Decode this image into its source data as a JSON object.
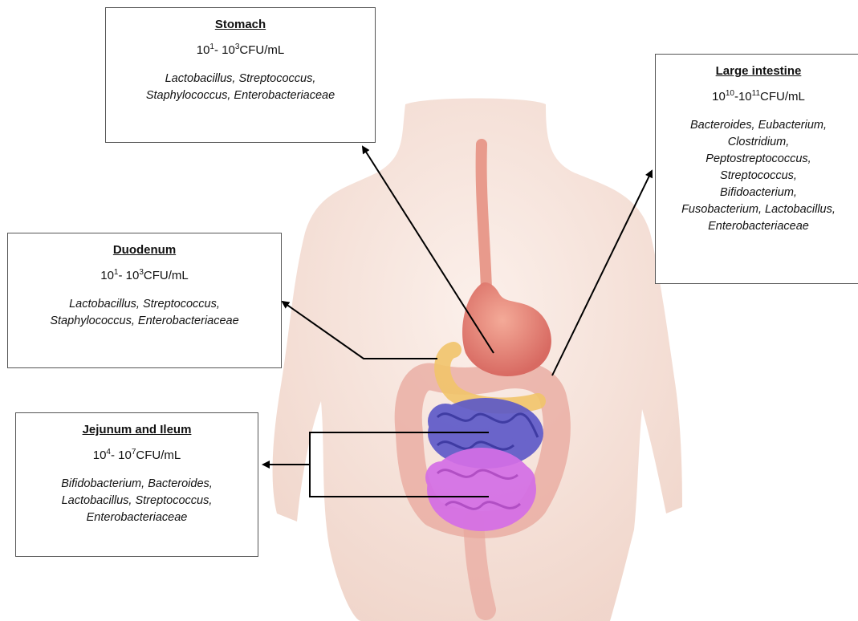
{
  "labels": {
    "stomach": {
      "title": "Stomach",
      "conc": {
        "base1": "10",
        "exp1": "1",
        "sep": "- ",
        "base2": "10",
        "exp2": "3",
        "unit": "CFU/mL"
      },
      "bacteria": [
        "Lactobacillus, Streptococcus,",
        "Staphylococcus, Enterobacteriaceae"
      ]
    },
    "large_intestine": {
      "title": "Large intestine",
      "conc": {
        "base1": "10",
        "exp1": "10",
        "sep": "-",
        "base2": "10",
        "exp2": "11",
        "unit": "CFU/mL"
      },
      "bacteria": [
        "Bacteroides, Eubacterium,",
        "Clostridium,",
        "Peptostreptococcus,",
        "Streptococcus,",
        "Bifidoacterium,",
        "Fusobacterium, Lactobacillus,",
        "Enterobacteriaceae"
      ]
    },
    "duodenum": {
      "title": "Duodenum",
      "conc": {
        "base1": "10",
        "exp1": "1",
        "sep": "- ",
        "base2": "10",
        "exp2": "3",
        "unit": "CFU/mL"
      },
      "bacteria": [
        "Lactobacillus, Streptococcus,",
        "Staphylococcus, Enterobacteriaceae"
      ]
    },
    "jejunum_ileum": {
      "title": "Jejunum and Ileum",
      "conc": {
        "base1": "10",
        "exp1": "4",
        "sep": "- ",
        "base2": "10",
        "exp2": "7",
        "unit": "CFU/mL"
      },
      "bacteria": [
        "Bifidobacterium, Bacteroides,",
        "Lactobacillus, Streptococcus,",
        "Enterobacteriaceae"
      ]
    }
  },
  "colors": {
    "skin": "#f4ddd4",
    "esophagus": "#e89a8c",
    "stomach": "#e7837a",
    "duodenum": "#f1c46a",
    "jejunum": "#5b57c8",
    "ileum": "#d46ee6",
    "colon": "#e8a79c",
    "arrow": "#000000",
    "box_border": "#555555"
  }
}
